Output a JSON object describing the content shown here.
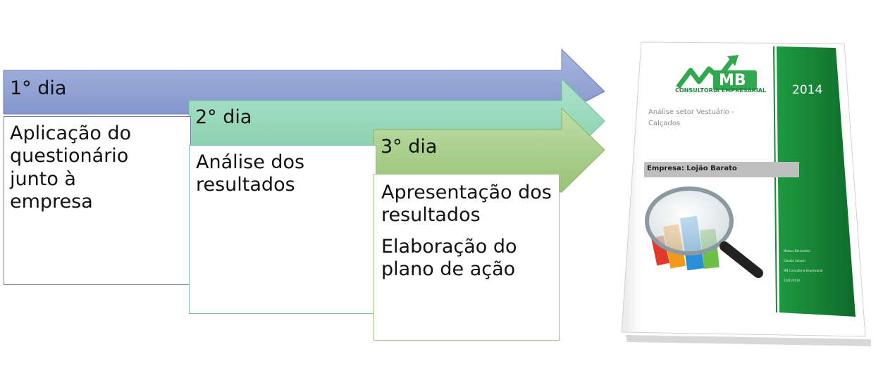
{
  "steps": [
    {
      "label": "1° dia",
      "items": [
        "Aplicação do questionário junto à empresa"
      ],
      "color": "#8e9fd3"
    },
    {
      "label": "2° dia",
      "items": [
        "Análise dos resultados"
      ],
      "color": "#8fd4b6"
    },
    {
      "label": "3° dia",
      "items": [
        "Apresentação dos resultados",
        "Elaboração do plano de ação"
      ],
      "color": "#a7cc8c"
    }
  ],
  "cover": {
    "logo_text": "MB",
    "logo_subtitle": "CONSULTORIA EMPRESARIAL",
    "year": "2014",
    "title": "Análise setor Vestuário - Calçados",
    "company": "Empresa: Lojão Barato",
    "authors": [
      "Mateus Bernardino",
      "Claudio Schuch",
      "MB Consultoria Empresarial",
      "22/01/2014"
    ],
    "green": "#1b8a3a"
  }
}
